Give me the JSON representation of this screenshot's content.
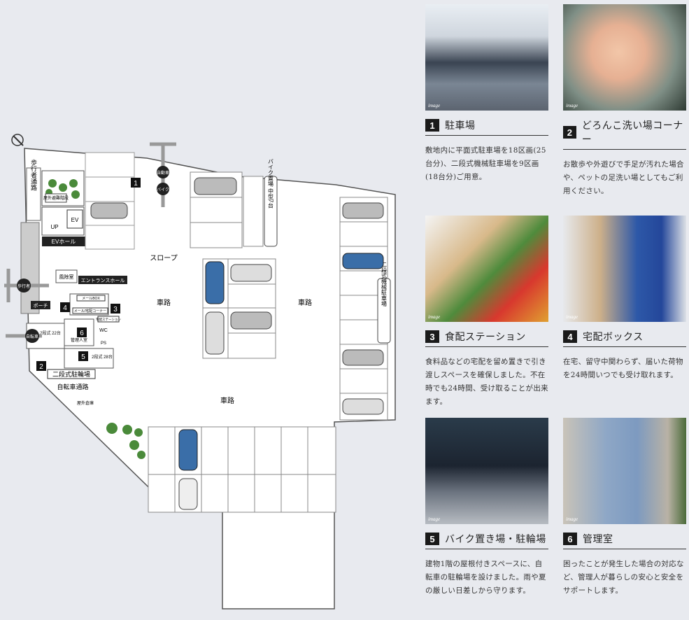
{
  "plan": {
    "labels": {
      "pedestrian_path": "歩行者通路",
      "sorting_stairs": "屋外避難階段",
      "up": "UP",
      "ev": "EV",
      "ev_hall": "EVホール",
      "wind_room": "風除室",
      "entrance_hall": "エントランスホール",
      "porch": "ポーチ",
      "mailbox": "メールBOX",
      "delivery_corner": "メール/宅配コーナー",
      "delivery_station": "宅配ステーション",
      "wc": "WC",
      "manager_room": "管理人室",
      "ps": "PS",
      "bike_2tier_22": "2段式\n22台",
      "bike_2tier_28": "2段式\n28台",
      "bicycle_parking": "二段式駐輪場",
      "bicycle_path": "自転車通路",
      "slope": "スロープ",
      "road1": "車路",
      "road2": "車路",
      "road3": "車路",
      "bike_place": "バイク置場 中型7台",
      "mech_parking": "二段式機械駐車場",
      "walker": "歩行者",
      "bicycle": "自転車",
      "car": "自動車",
      "bike": "バイク",
      "outdoor_storage": "屋外倉庫"
    },
    "markers": [
      "1",
      "2",
      "3",
      "4",
      "5",
      "6"
    ]
  },
  "cards": [
    {
      "num": "1",
      "title": "駐車場",
      "desc": "敷地内に平面式駐車場を18区画(25台分)、二段式機械駐車場を9区画(18台分)ご用意。",
      "img": "image",
      "photo": "parked-cars"
    },
    {
      "num": "2",
      "title": "どろんこ洗い場コーナー",
      "desc": "お散歩や外遊びで手足が汚れた場合や、ペットの足洗い場としてもご利用ください。",
      "img": "image",
      "photo": "washing-hands"
    },
    {
      "num": "3",
      "title": "食配ステーション",
      "desc": "食料品などの宅配を留め置きで引き渡しスペースを確保しました。不在時でも24時間、受け取ることが出来ます。",
      "img": "image",
      "photo": "vegetables-box"
    },
    {
      "num": "4",
      "title": "宅配ボックス",
      "desc": "在宅、留守中関わらず、届いた荷物を24時間いつでも受け取れます。",
      "img": "image",
      "photo": "delivery-box"
    },
    {
      "num": "5",
      "title": "バイク置き場・駐輪場",
      "desc": "建物1階の屋根付きスペースに、自転車の駐輪場を設けました。雨や夏の厳しい日差しから守ります。",
      "img": "image",
      "photo": "bicycles"
    },
    {
      "num": "6",
      "title": "管理室",
      "desc": "困ったことが発生した場合の対応など、管理人が暮らしの安心と安全をサポートします。",
      "img": "image",
      "photo": "manager"
    }
  ]
}
